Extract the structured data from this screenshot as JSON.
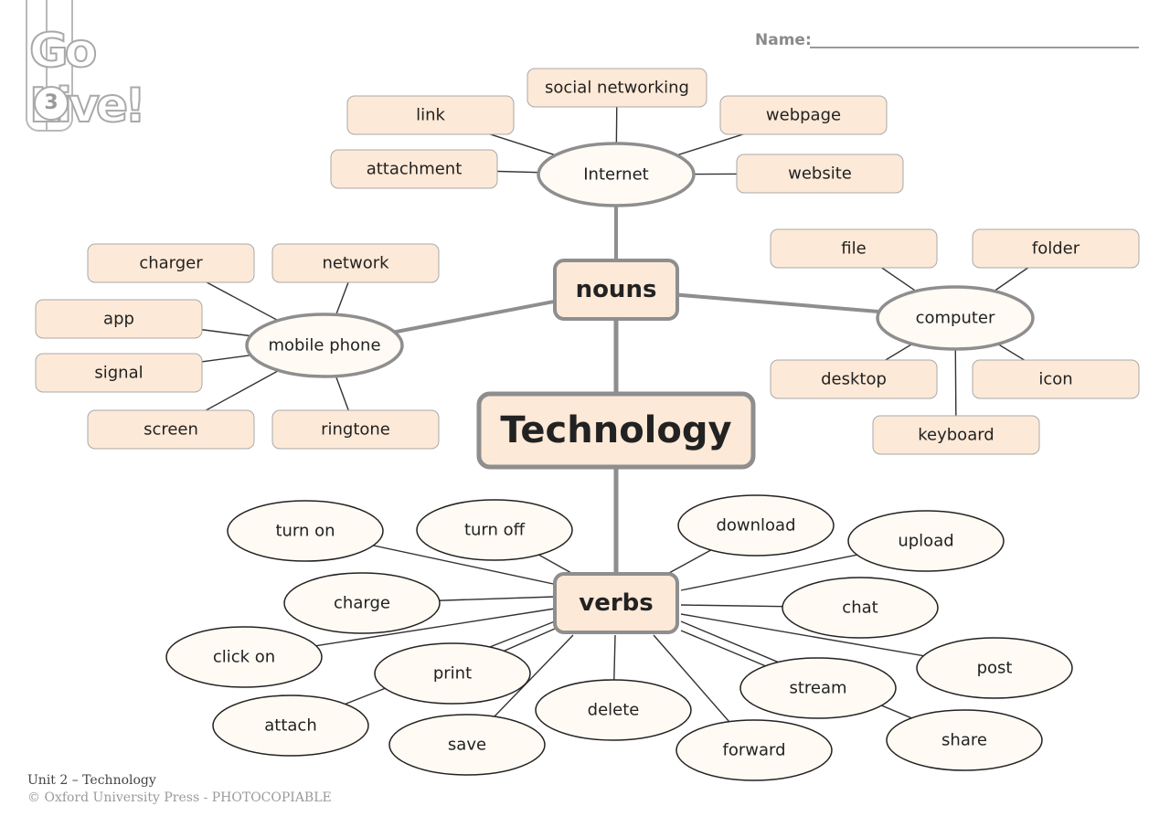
{
  "header": {
    "logo_text": "Go Live!",
    "level": "3",
    "name_label": "Name:"
  },
  "footer": {
    "unit": "Unit 2 – Technology",
    "copyright": "© Oxford University Press - PHOTOCOPIABLE"
  },
  "diagram": {
    "central": "Technology",
    "nouns_label": "nouns",
    "verbs_label": "verbs",
    "internet_label": "Internet",
    "mobile_label": "mobile phone",
    "computer_label": "computer",
    "internet_words": [
      "social networking",
      "link",
      "webpage",
      "attachment",
      "website"
    ],
    "mobile_words": [
      "charger",
      "network",
      "app",
      "signal",
      "screen",
      "ringtone"
    ],
    "computer_words": [
      "file",
      "folder",
      "desktop",
      "icon",
      "keyboard"
    ],
    "verbs": [
      "turn on",
      "turn off",
      "download",
      "upload",
      "charge",
      "chat",
      "click on",
      "print",
      "post",
      "stream",
      "attach",
      "delete",
      "save",
      "share",
      "forward"
    ]
  },
  "colors": {
    "box_fill": "#fde9d7",
    "oval_fill": "#fffaf3",
    "hub_border": "#8e8e8e",
    "line": "#333333",
    "thick_line": "#8e8e8e"
  }
}
